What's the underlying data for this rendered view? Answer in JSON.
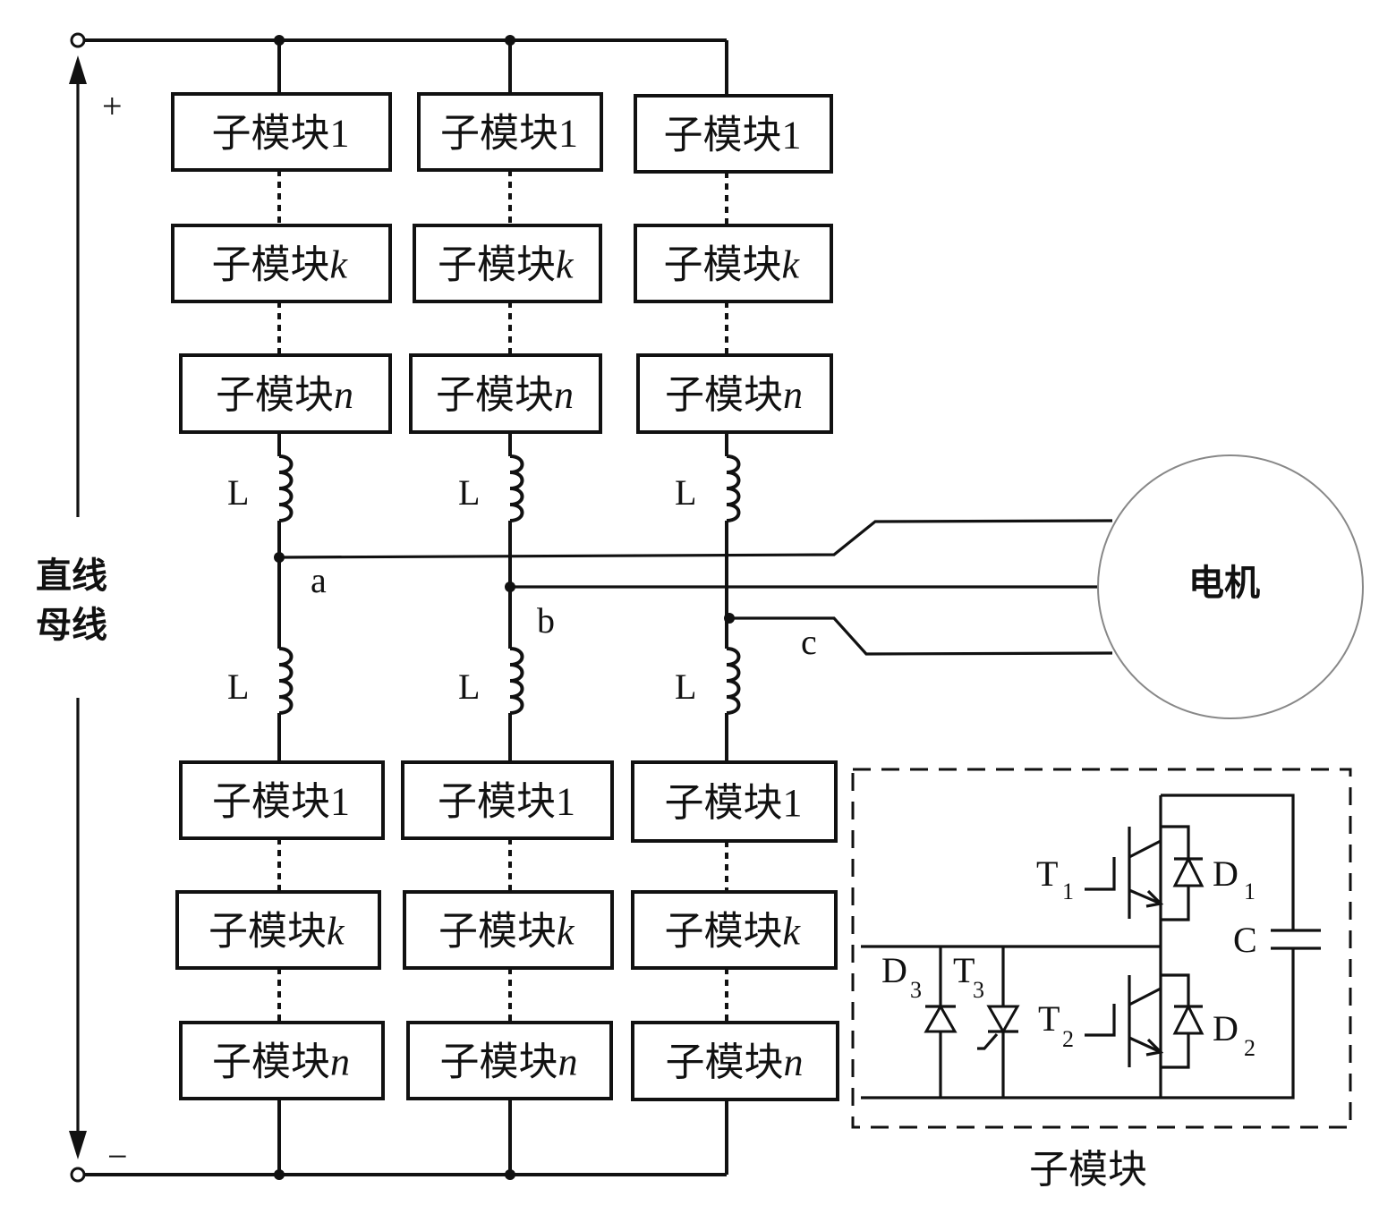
{
  "diagram": {
    "dc_bus_label_line1": "直线",
    "dc_bus_label_line2": "母线",
    "plus_sign": "+",
    "minus_sign": "−",
    "submodule_prefix": "子模块",
    "upper_arm": [
      {
        "index": "1"
      },
      {
        "index": "k"
      },
      {
        "index": "n"
      }
    ],
    "lower_arm": [
      {
        "index": "1"
      },
      {
        "index": "k"
      },
      {
        "index": "n"
      }
    ],
    "inductor_label": "L",
    "phases": [
      "a",
      "b",
      "c"
    ],
    "motor_label": "电机",
    "submodule_detail": {
      "caption": "子模块",
      "components": {
        "T1": {
          "main": "T",
          "sub": "1"
        },
        "T2": {
          "main": "T",
          "sub": "2"
        },
        "T3": {
          "main": "T",
          "sub": "3"
        },
        "D1": {
          "main": "D",
          "sub": "1"
        },
        "D2": {
          "main": "D",
          "sub": "2"
        },
        "D3": {
          "main": "D",
          "sub": "3"
        },
        "C": {
          "main": "C"
        }
      }
    }
  }
}
